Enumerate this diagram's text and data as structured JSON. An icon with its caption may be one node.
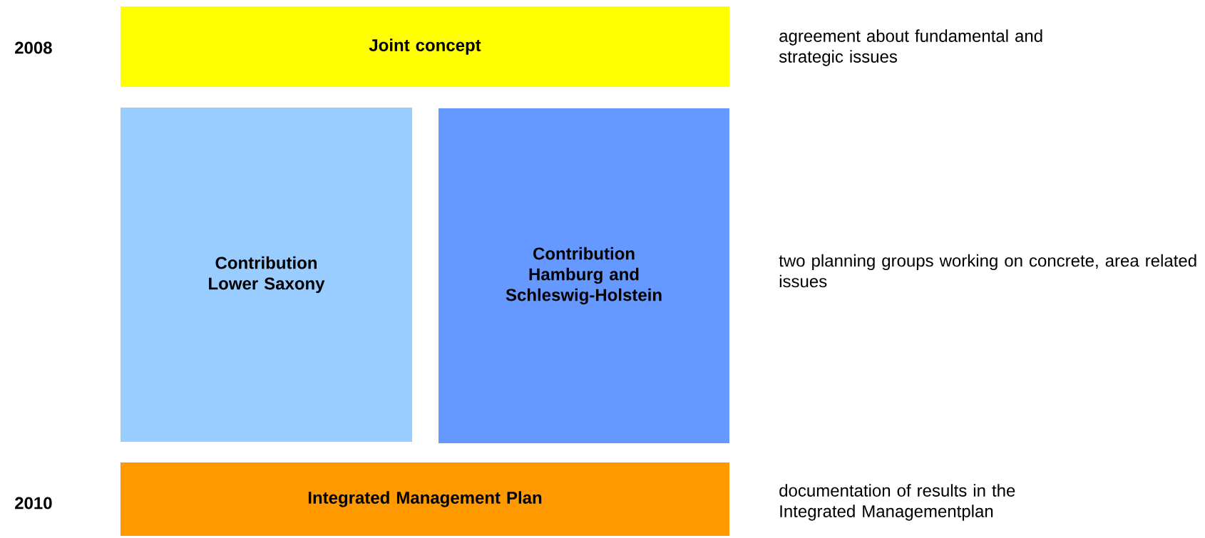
{
  "diagram": {
    "nodes": [
      {
        "text": [
          "Joint concept"
        ]
      },
      {
        "text": [
          "Contribution Lower Saxony"
        ]
      },
      {
        "text": [
          "Contribution Hamburg and Schleswig-Holstein"
        ]
      },
      {
        "text": [
          "Integrated Management Plan"
        ]
      }
    ],
    "labels": [
      "2008",
      "agreement about fundamental and strategic issues",
      "two planning groups working on concrete, area related issues",
      "2010",
      "documentation of results in the Integrated Managementplan"
    ]
  }
}
